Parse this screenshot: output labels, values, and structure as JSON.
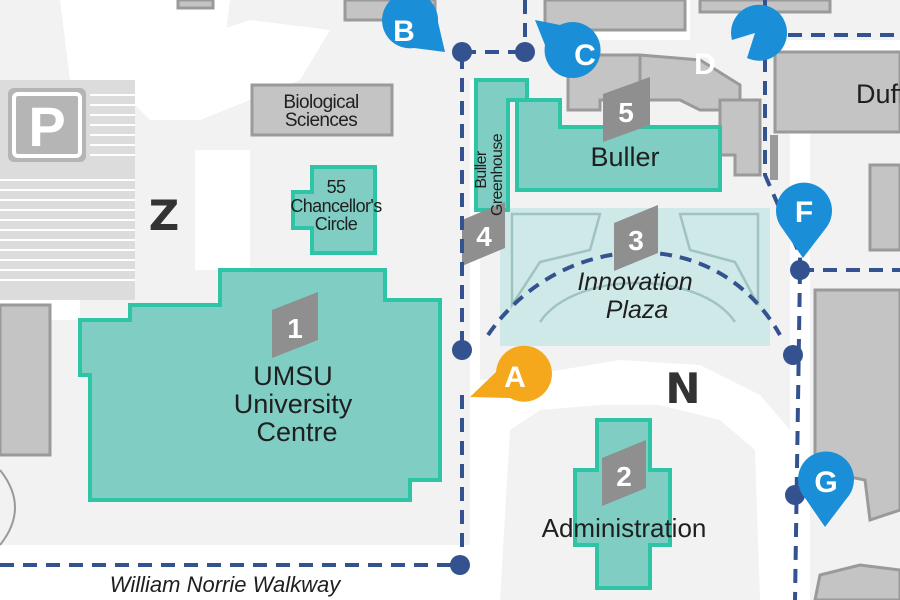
{
  "colors": {
    "background": "#f2f2f2",
    "road": "#ffffff",
    "building_highlight": "#7fcdc3",
    "building_highlight_outline": "#2ec4a6",
    "building_other": "#c4c4c5",
    "plaza": "#cfe9e8",
    "walkway": "#34528f",
    "marker_blue": "#1a8ed6",
    "marker_orange": "#f5a81c",
    "number_badge": "#8f8f8f"
  },
  "buildings": {
    "biological_sciences": {
      "line1": "Biological",
      "line2": "Sciences"
    },
    "chancellors_circle": {
      "line1": "55",
      "line2": "Chancellor's",
      "line3": "Circle"
    },
    "buller_greenhouse": {
      "line1": "Buller",
      "line2": "Greenhouse"
    },
    "buller": {
      "label": "Buller",
      "number": "5"
    },
    "umsu": {
      "line1": "UMSU",
      "line2": "University",
      "line3": "Centre",
      "number": "1"
    },
    "administration": {
      "label": "Administration",
      "number": "2"
    },
    "duff": {
      "label": "Duff"
    }
  },
  "plaza": {
    "line1": "Innovation",
    "line2": "Plaza",
    "number": "3"
  },
  "markers": {
    "number_4": "4",
    "b": "B",
    "c": "C",
    "d": "D",
    "f": "F",
    "g": "G",
    "a": "A"
  },
  "zones": {
    "z": "Z",
    "n": "N"
  },
  "parking": {
    "symbol": "P"
  },
  "walkway": {
    "label": "William Norrie Walkway"
  }
}
